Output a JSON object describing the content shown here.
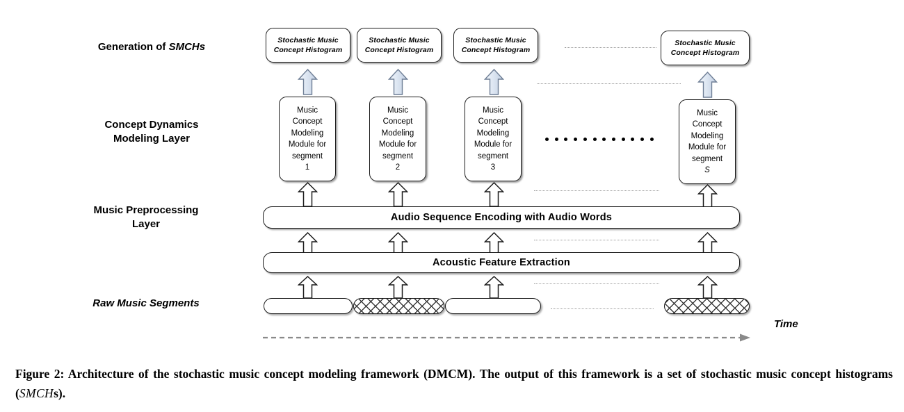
{
  "figure": {
    "row_labels": [
      {
        "id": "generation",
        "text_plain": "Generation of ",
        "text_italic": "SMCHs"
      },
      {
        "id": "concept-dynamics",
        "line1": "Concept Dynamics",
        "line2": "Modeling Layer"
      },
      {
        "id": "music-preprocessing",
        "line1": "Music Preprocessing",
        "line2": "Layer"
      },
      {
        "id": "raw-music-segments",
        "text": "Raw Music Segments"
      }
    ],
    "smch_boxes": [
      {
        "line1": "Stochastic Music",
        "line2": "Concept Histogram"
      },
      {
        "line1": "Stochastic Music",
        "line2": "Concept Histogram"
      },
      {
        "line1": "Stochastic Music",
        "line2": "Concept Histogram"
      },
      {
        "line1": "Stochastic Music",
        "line2": "Concept Histogram"
      }
    ],
    "mcm_boxes": [
      {
        "line1": "Music",
        "line2": "Concept",
        "line3": "Modeling",
        "line4": "Module for",
        "line5": "segment",
        "segment": "1",
        "segment_italic": false
      },
      {
        "line1": "Music",
        "line2": "Concept",
        "line3": "Modeling",
        "line4": "Module for",
        "line5": "segment",
        "segment": "2",
        "segment_italic": false
      },
      {
        "line1": "Music",
        "line2": "Concept",
        "line3": "Modeling",
        "line4": "Module for",
        "line5": "segment",
        "segment": "3",
        "segment_italic": false
      },
      {
        "line1": "Music",
        "line2": "Concept",
        "line3": "Modeling",
        "line4": "Module for",
        "line5": "segment",
        "segment": "S",
        "segment_italic": true
      }
    ],
    "bars": {
      "encoding": "Audio Sequence Encoding with Audio Words",
      "feature": "Acoustic Feature Extraction"
    },
    "segments": [
      {
        "index": 1,
        "pattern": "plain"
      },
      {
        "index": 2,
        "pattern": "crosshatch"
      },
      {
        "index": 3,
        "pattern": "plain"
      },
      {
        "index": 4,
        "pattern": "crosshatch"
      }
    ],
    "time_label": "Time",
    "ellipsis_dot_count": 12,
    "colors": {
      "outline": "#1a1a1a",
      "arrow_fill_blue": "#dbe5f1",
      "arrow_stroke": "#7f8fa6",
      "dotted_gray": "#9a9a9a",
      "time_axis_gray": "#8a8a8a",
      "background": "#ffffff"
    }
  },
  "caption": {
    "part1": "Figure 2:  Architecture of the stochastic music concept modeling framework (DMCM). The output of this framework is a set of stochastic music concept histograms (",
    "math": "SMCH",
    "part2": "s)."
  }
}
